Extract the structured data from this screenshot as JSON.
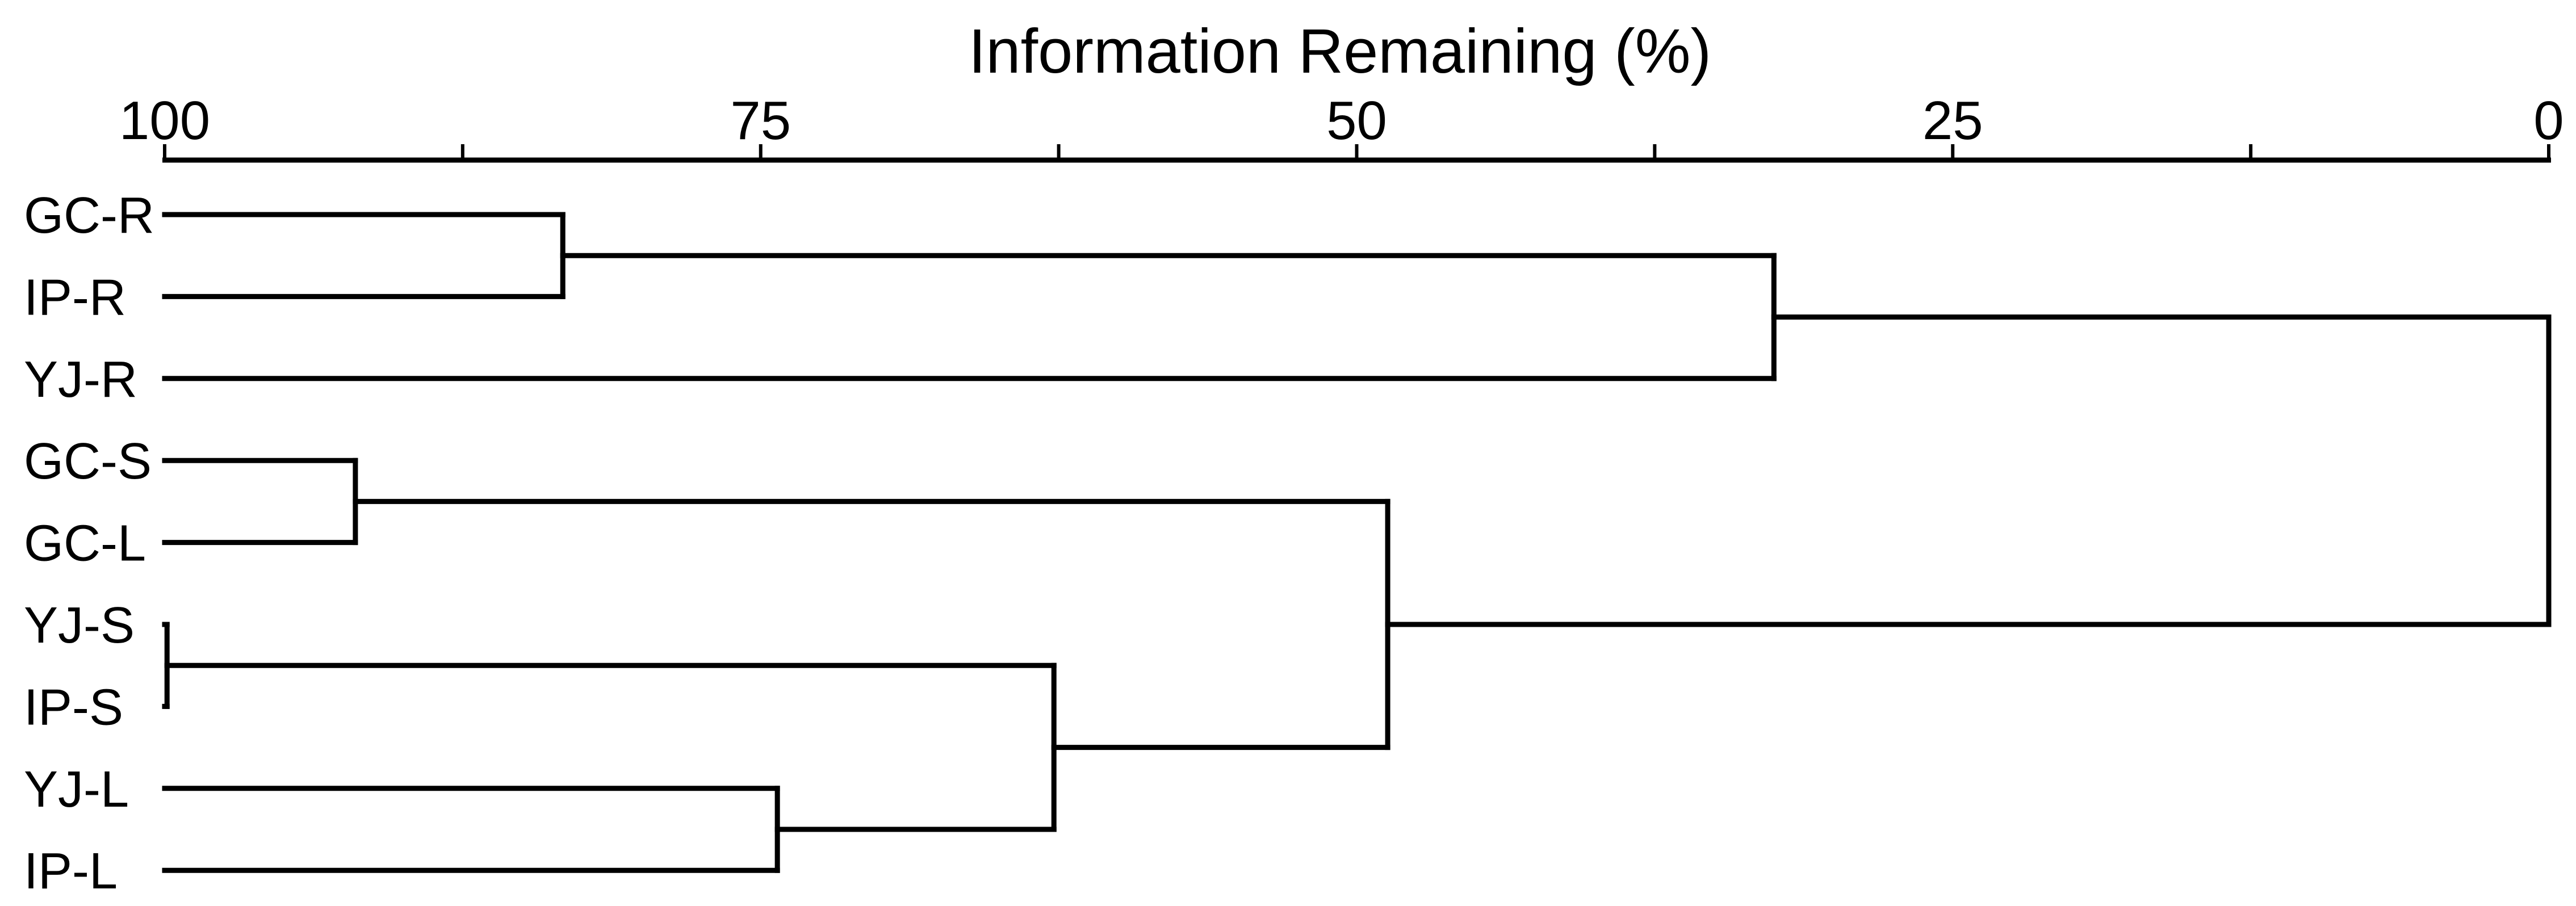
{
  "figure": {
    "background_color": "#ffffff",
    "line_color": "#000000",
    "text_color": "#000000"
  },
  "chart_data": {
    "type": "dendrogram",
    "orientation": "horizontal-leaves-left",
    "title": "Information Remaining (%)",
    "axis": {
      "position": "top",
      "min": 0,
      "max": 100,
      "direction": "descending-left-to-right",
      "major_ticks": [
        100,
        75,
        50,
        25,
        0
      ],
      "major_tick_labels": [
        "100",
        "75",
        "50",
        "25",
        "0"
      ],
      "minor_ticks": [
        87.5,
        62.5,
        37.5,
        12.5
      ],
      "grid": false
    },
    "leaf_start_value": 100,
    "leaves": [
      "GC-R",
      "IP-R",
      "YJ-R",
      "GC-S",
      "GC-L",
      "YJ-S",
      "IP-S",
      "YJ-L",
      "IP-L"
    ],
    "merges": [
      {
        "id": "M1",
        "children": [
          "YJ-S",
          "IP-S"
        ],
        "value": 99.9
      },
      {
        "id": "M2",
        "children": [
          "GC-S",
          "GC-L"
        ],
        "value": 92.0
      },
      {
        "id": "M3",
        "children": [
          "GC-R",
          "IP-R"
        ],
        "value": 83.3
      },
      {
        "id": "M4",
        "children": [
          "YJ-L",
          "IP-L"
        ],
        "value": 74.3
      },
      {
        "id": "M5",
        "children": [
          "M1",
          "M4"
        ],
        "value": 62.7
      },
      {
        "id": "M6",
        "children": [
          "M2",
          "M5"
        ],
        "value": 48.7
      },
      {
        "id": "M7",
        "children": [
          "M3",
          "YJ-R"
        ],
        "value": 32.5
      },
      {
        "id": "M8",
        "children": [
          "M7",
          "M6"
        ],
        "value": 0.0
      }
    ]
  }
}
